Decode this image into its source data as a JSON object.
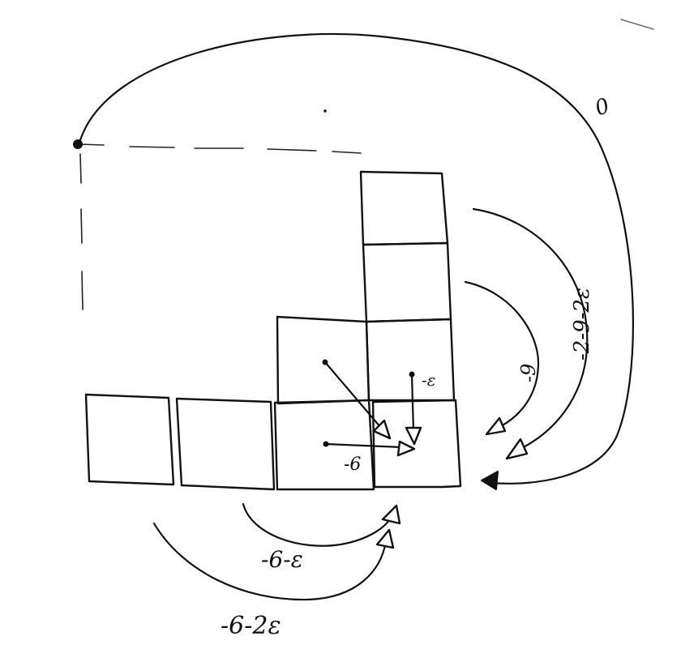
{
  "diagram": {
    "labels": {
      "top_right_curve": "0",
      "outer_right_curve": "-2-9-2ɛ",
      "inner_right_curve": "-9",
      "inner_bottom_curve": "-6-ɛ",
      "outer_bottom_curve": "-6-2ɛ",
      "vertical_arrow": "-ɛ",
      "horizontal_arrow": "-6"
    },
    "colors": {
      "ink": "#111111",
      "paper": "#ffffff"
    }
  }
}
